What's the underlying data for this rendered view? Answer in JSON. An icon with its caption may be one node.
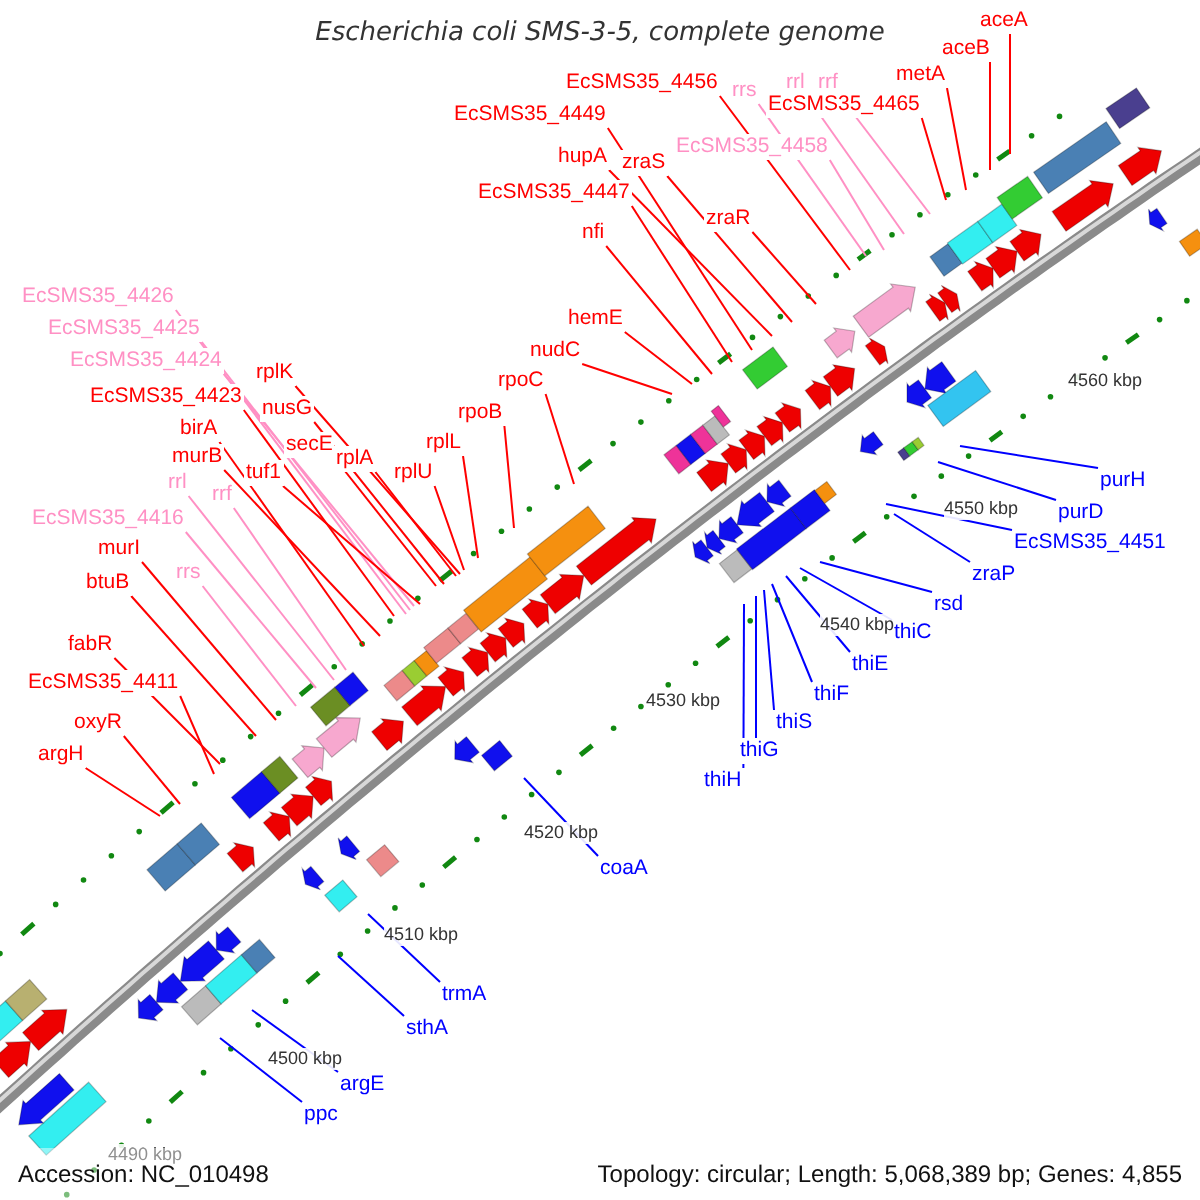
{
  "diagram": {
    "title": "Escherichia coli SMS-3-5, complete genome",
    "nodes": [
      {
        "text": [
          "aceA"
        ]
      },
      {
        "text": [
          "aceB"
        ]
      },
      {
        "text": [
          "metA"
        ]
      },
      {
        "text": [
          "EcSMS35_4456"
        ]
      },
      {
        "text": [
          "rrl"
        ]
      },
      {
        "text": [
          "rrf"
        ]
      },
      {
        "text": [
          "rrs"
        ]
      },
      {
        "text": [
          "EcSMS35_4465"
        ]
      },
      {
        "text": [
          "EcSMS35_4449"
        ]
      },
      {
        "text": [
          "EcSMS35_4458"
        ]
      },
      {
        "text": [
          "hupA"
        ]
      },
      {
        "text": [
          "zraS"
        ]
      },
      {
        "text": [
          "EcSMS35_4447"
        ]
      },
      {
        "text": [
          "zraR"
        ]
      },
      {
        "text": [
          "nfi"
        ]
      },
      {
        "text": [
          "EcSMS35_4426"
        ]
      },
      {
        "text": [
          "hemE"
        ]
      },
      {
        "text": [
          "EcSMS35_4425"
        ]
      },
      {
        "text": [
          "nudC"
        ]
      },
      {
        "text": [
          "EcSMS35_4424"
        ]
      },
      {
        "text": [
          "rplK"
        ]
      },
      {
        "text": [
          "rpoC"
        ]
      },
      {
        "text": [
          "EcSMS35_4423"
        ]
      },
      {
        "text": [
          "nusG"
        ]
      },
      {
        "text": [
          "rpoB"
        ]
      },
      {
        "text": [
          "birA"
        ]
      },
      {
        "text": [
          "rplL"
        ]
      },
      {
        "text": [
          "secE"
        ]
      },
      {
        "text": [
          "murB"
        ]
      },
      {
        "text": [
          "rplA"
        ]
      },
      {
        "text": [
          "tuf1"
        ]
      },
      {
        "text": [
          "rplU"
        ]
      },
      {
        "text": [
          "purH"
        ]
      },
      {
        "text": [
          "rrl"
        ]
      },
      {
        "text": [
          "rrf"
        ]
      },
      {
        "text": [
          "purD"
        ]
      },
      {
        "text": [
          "EcSMS35_4416"
        ]
      },
      {
        "text": [
          "EcSMS35_4451"
        ]
      },
      {
        "text": [
          "murI"
        ]
      },
      {
        "text": [
          "rrs"
        ]
      },
      {
        "text": [
          "zraP"
        ]
      },
      {
        "text": [
          "btuB"
        ]
      },
      {
        "text": [
          "rsd"
        ]
      },
      {
        "text": [
          "thiC"
        ]
      },
      {
        "text": [
          "fabR"
        ]
      },
      {
        "text": [
          "thiE"
        ]
      },
      {
        "text": [
          "EcSMS35_4411"
        ]
      },
      {
        "text": [
          "thiF"
        ]
      },
      {
        "text": [
          "oxyR"
        ]
      },
      {
        "text": [
          "thiS"
        ]
      },
      {
        "text": [
          "thiG"
        ]
      },
      {
        "text": [
          "argH"
        ]
      },
      {
        "text": [
          "thiH"
        ]
      },
      {
        "text": [
          "coaA"
        ]
      },
      {
        "text": [
          "trmA"
        ]
      },
      {
        "text": [
          "sthA"
        ]
      },
      {
        "text": [
          "argE"
        ]
      },
      {
        "text": [
          "ppc"
        ]
      }
    ],
    "edges": [
      {
        "from": 0,
        "to": null,
        "arrow": "none"
      },
      {
        "from": 1,
        "to": null,
        "arrow": "none"
      },
      {
        "from": 2,
        "to": null,
        "arrow": "none"
      },
      {
        "from": 3,
        "to": null,
        "arrow": "none"
      },
      {
        "from": 4,
        "to": null,
        "arrow": "none",
        "color": "#ff90c4"
      },
      {
        "from": 5,
        "to": null,
        "arrow": "none",
        "color": "#ff90c4"
      },
      {
        "from": 6,
        "to": null,
        "arrow": "none",
        "color": "#ff90c4"
      },
      {
        "from": 7,
        "to": null,
        "arrow": "none"
      },
      {
        "from": 8,
        "to": null,
        "arrow": "none"
      },
      {
        "from": 9,
        "to": null,
        "arrow": "none",
        "color": "#ff90c4"
      },
      {
        "from": 10,
        "to": null,
        "arrow": "none"
      },
      {
        "from": 11,
        "to": null,
        "arrow": "none"
      },
      {
        "from": 12,
        "to": null,
        "arrow": "none"
      },
      {
        "from": 13,
        "to": null,
        "arrow": "none"
      },
      {
        "from": 14,
        "to": null,
        "arrow": "none"
      },
      {
        "from": 15,
        "to": null,
        "arrow": "none",
        "color": "#ff90c4"
      },
      {
        "from": 16,
        "to": null,
        "arrow": "none"
      },
      {
        "from": 17,
        "to": null,
        "arrow": "none",
        "color": "#ff90c4"
      },
      {
        "from": 18,
        "to": null,
        "arrow": "none"
      },
      {
        "from": 19,
        "to": null,
        "arrow": "none",
        "color": "#ff90c4"
      },
      {
        "from": 20,
        "to": null,
        "arrow": "none"
      },
      {
        "from": 21,
        "to": null,
        "arrow": "none"
      },
      {
        "from": 22,
        "to": null,
        "arrow": "none"
      },
      {
        "from": 23,
        "to": null,
        "arrow": "none"
      },
      {
        "from": 24,
        "to": null,
        "arrow": "none"
      },
      {
        "from": 25,
        "to": null,
        "arrow": "none"
      },
      {
        "from": 26,
        "to": null,
        "arrow": "none"
      },
      {
        "from": 27,
        "to": null,
        "arrow": "none"
      },
      {
        "from": 28,
        "to": null,
        "arrow": "none"
      },
      {
        "from": 29,
        "to": null,
        "arrow": "none"
      },
      {
        "from": 30,
        "to": null,
        "arrow": "none"
      },
      {
        "from": 31,
        "to": null,
        "arrow": "none"
      },
      {
        "from": 32,
        "to": null,
        "arrow": "none",
        "color": "#0000ff"
      },
      {
        "from": 33,
        "to": null,
        "arrow": "none",
        "color": "#ff90c4"
      },
      {
        "from": 34,
        "to": null,
        "arrow": "none",
        "color": "#ff90c4"
      },
      {
        "from": 35,
        "to": null,
        "arrow": "none",
        "color": "#0000ff"
      },
      {
        "from": 36,
        "to": null,
        "arrow": "none",
        "color": "#ff90c4"
      },
      {
        "from": 37,
        "to": null,
        "arrow": "none",
        "color": "#0000ff"
      },
      {
        "from": 38,
        "to": null,
        "arrow": "none"
      },
      {
        "from": 39,
        "to": null,
        "arrow": "none",
        "color": "#ff90c4"
      },
      {
        "from": 40,
        "to": null,
        "arrow": "none",
        "color": "#0000ff"
      },
      {
        "from": 41,
        "to": null,
        "arrow": "none"
      },
      {
        "from": 42,
        "to": null,
        "arrow": "none",
        "color": "#0000ff"
      },
      {
        "from": 43,
        "to": null,
        "arrow": "none",
        "color": "#0000ff"
      },
      {
        "from": 44,
        "to": null,
        "arrow": "none"
      },
      {
        "from": 45,
        "to": null,
        "arrow": "none",
        "color": "#0000ff"
      },
      {
        "from": 46,
        "to": null,
        "arrow": "none"
      },
      {
        "from": 47,
        "to": null,
        "arrow": "none",
        "color": "#0000ff"
      },
      {
        "from": 48,
        "to": null,
        "arrow": "none"
      },
      {
        "from": 49,
        "to": null,
        "arrow": "none",
        "color": "#0000ff"
      },
      {
        "from": 50,
        "to": null,
        "arrow": "none",
        "color": "#0000ff"
      },
      {
        "from": 51,
        "to": null,
        "arrow": "none"
      },
      {
        "from": 52,
        "to": null,
        "arrow": "none",
        "color": "#0000ff"
      },
      {
        "from": 53,
        "to": null,
        "arrow": "none",
        "color": "#0000ff"
      },
      {
        "from": 54,
        "to": null,
        "arrow": "none",
        "color": "#0000ff"
      },
      {
        "from": 55,
        "to": null,
        "arrow": "none",
        "color": "#0000ff"
      },
      {
        "from": 56,
        "to": null,
        "arrow": "none",
        "color": "#0000ff"
      },
      {
        "from": 57,
        "to": null,
        "arrow": "none",
        "color": "#0000ff"
      }
    ],
    "labels": [
      "4560 kbp",
      "4550 kbp",
      "4540 kbp",
      "4530 kbp",
      "4520 kbp",
      "4510 kbp",
      "4500 kbp",
      "4490 kbp",
      "Accession: NC_010498",
      "Topology: circular; Length: 5,068,389 bp; Genes: 4,855"
    ]
  }
}
